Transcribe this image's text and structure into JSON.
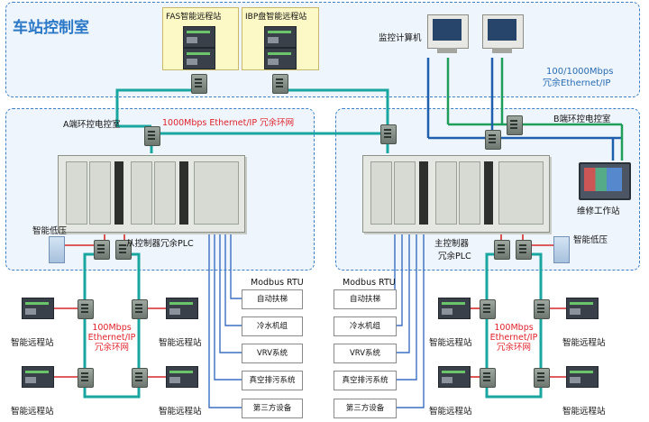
{
  "station": {
    "title": "车站控制室"
  },
  "remote_stations_top": {
    "fas": "FAS智能远程站",
    "ibp": "IBP盘智能远程站"
  },
  "monitor": {
    "label": "监控计算机"
  },
  "backbone_lan": {
    "label": [
      "100/1000Mbps",
      "冗余Ethernet/IP"
    ]
  },
  "ring_main": {
    "label": "1000Mbps Ethernet/IP 冗余环网"
  },
  "room_a": {
    "title": "A端环控电控室",
    "low_voltage": "智能低压",
    "slave_plc": "从控制器冗余PLC",
    "ring_label": [
      "100Mbps",
      "Ethernet/IP",
      "冗余环网"
    ],
    "remote_label": "智能远程站"
  },
  "room_b": {
    "title": "B端环控电控室",
    "low_voltage": "智能低压",
    "master_plc": [
      "主控制器",
      "冗余PLC"
    ],
    "workstation": "维修工作站",
    "ring_label": [
      "100Mbps",
      "Ethernet/IP",
      "冗余环网"
    ],
    "remote_label": "智能远程站"
  },
  "modbus": {
    "left_title": "Modbus RTU",
    "right_title": "Modbus RTU",
    "devices": [
      "自动扶梯",
      "冷水机组",
      "VRV系统",
      "真空排污系统",
      "第三方设备"
    ]
  },
  "colors": {
    "ring": "#1aa6a0",
    "backbone": "#1f9e5a",
    "modbus": "#3a6fc2",
    "copper": "#d42a2a",
    "title": "#2b78c6",
    "room_bg": "#eef5fc"
  }
}
